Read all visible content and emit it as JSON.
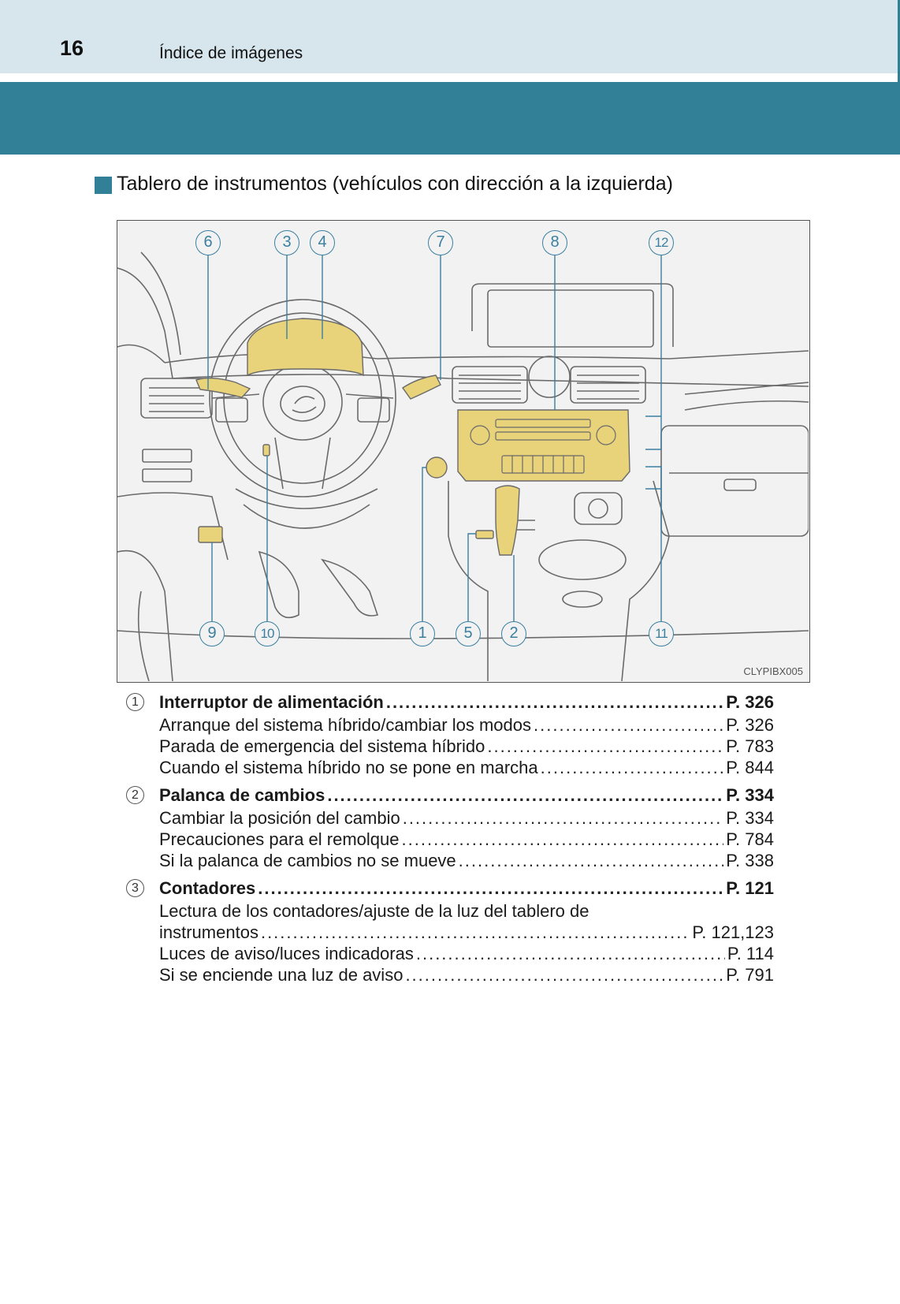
{
  "header": {
    "page_number": "16",
    "title": "Índice de imágenes"
  },
  "section": {
    "title": "Tablero de instrumentos (vehículos con dirección a la izquierda)"
  },
  "figure": {
    "code": "CLYPIBX005",
    "highlight_color": "#e8d27a",
    "callout_color": "#3a7fa0",
    "callouts_top": [
      "6",
      "3",
      "4",
      "7",
      "8",
      "12"
    ],
    "callouts_bottom": [
      "9",
      "10",
      "1",
      "5",
      "2",
      "11"
    ]
  },
  "toc": [
    {
      "num": "1",
      "title": "Interruptor de alimentación",
      "page": "P. 326",
      "items": [
        {
          "label": "Arranque del sistema híbrido/cambiar los modos",
          "page": "P. 326"
        },
        {
          "label": "Parada de emergencia del sistema híbrido",
          "page": "P. 783"
        },
        {
          "label": "Cuando el sistema híbrido no se pone en marcha",
          "page": "P. 844"
        }
      ]
    },
    {
      "num": "2",
      "title": "Palanca de cambios",
      "page": "P. 334",
      "items": [
        {
          "label": "Cambiar la posición del cambio",
          "page": "P. 334"
        },
        {
          "label": "Precauciones para el remolque",
          "page": "P. 784"
        },
        {
          "label": "Si la palanca de cambios no se mueve",
          "page": "P. 338"
        }
      ]
    },
    {
      "num": "3",
      "title": "Contadores",
      "page": "P. 121",
      "items": [
        {
          "label": "Lectura de los contadores/ajuste de la luz del tablero de",
          "page": ""
        },
        {
          "label": "instrumentos",
          "page": "P. 121,123"
        },
        {
          "label": "Luces de aviso/luces indicadoras",
          "page": "P. 114"
        },
        {
          "label": "Si se enciende una luz de aviso",
          "page": "P. 791"
        }
      ]
    }
  ]
}
